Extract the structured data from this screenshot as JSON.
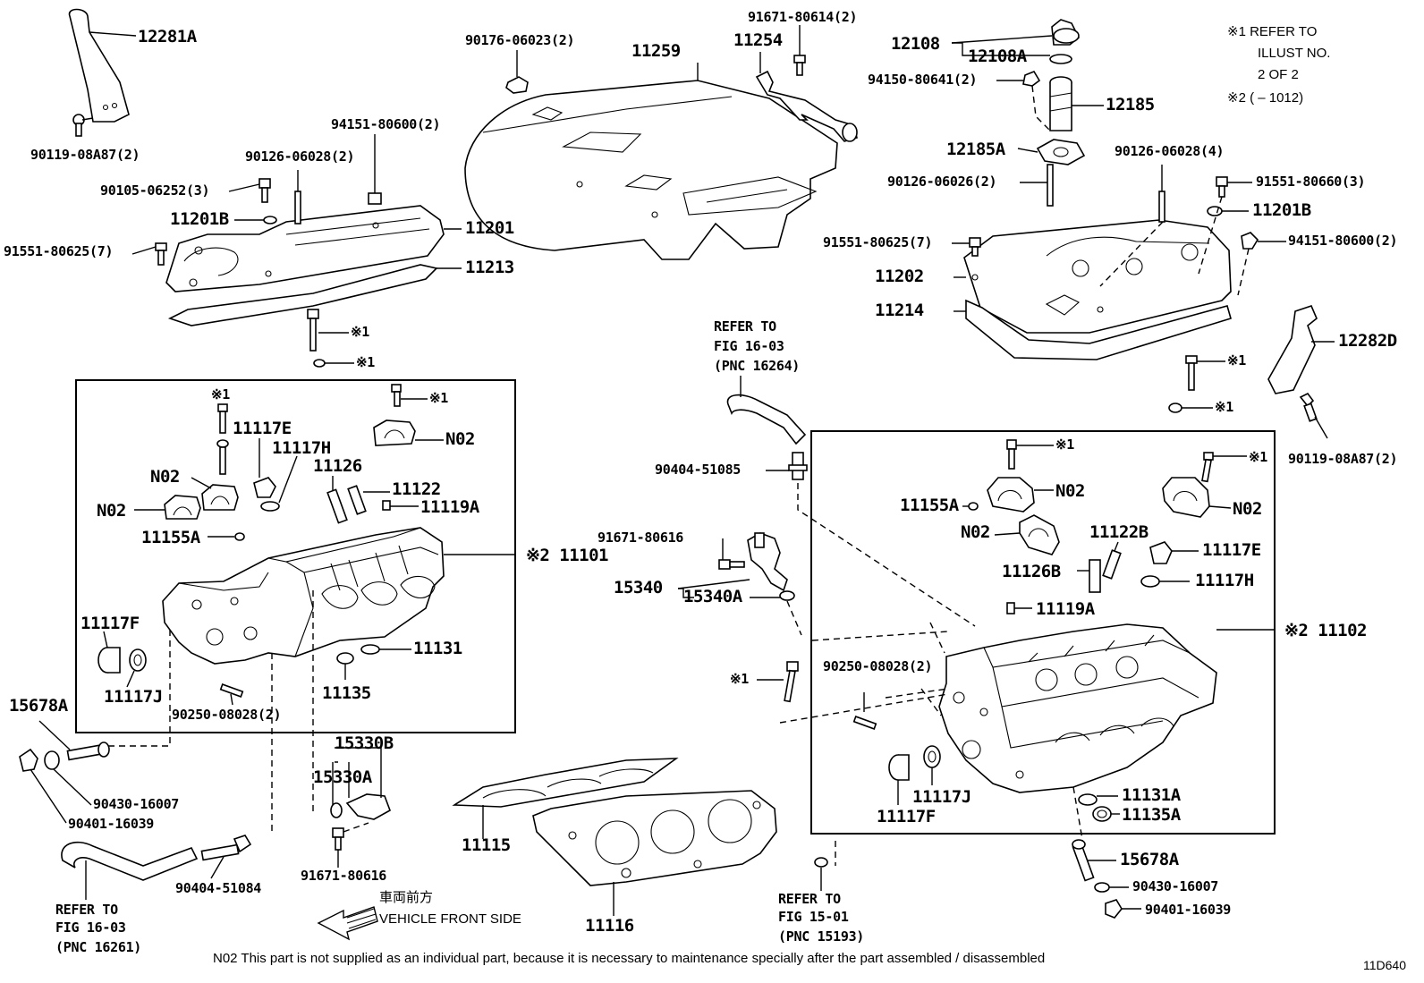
{
  "notes": {
    "ref_note": [
      "※1 REFER TO",
      "ILLUST NO.",
      "2 OF 2",
      "※2 (         – 1012)"
    ],
    "footer": "N02  This part is not supplied as an individual part, because it is necessary to maintenance specially after the part assembled / disassembled",
    "code": "11D640",
    "vehicle_front": "車両前方",
    "vehicle_front_en": "VEHICLE FRONT SIDE"
  },
  "labels": {
    "p12281A": "12281A",
    "p90119_08A87_a": "90119-08A87(2)",
    "p90176": "90176-06023(2)",
    "p11259": "11259",
    "p91671_80614": "91671-80614(2)",
    "p11254": "11254",
    "p12108": "12108",
    "p12108A": "12108A",
    "p94150": "94150-80641(2)",
    "p12185": "12185",
    "p12185A": "12185A",
    "p90126_06026": "90126-06026(2)",
    "p90126_06028_4": "90126-06028(4)",
    "p91551_80660": "91551-80660(3)",
    "p11201B_r": "11201B",
    "p94151_r": "94151-80600(2)",
    "p91551_80625_r": "91551-80625(7)",
    "p11202": "11202",
    "p11214": "11214",
    "p12282D": "12282D",
    "p90119_08A87_b": "90119-08A87(2)",
    "p94151_l": "94151-80600(2)",
    "p90126_06028_2": "90126-06028(2)",
    "p90105": "90105-06252(3)",
    "p11201B_l": "11201B",
    "p11201": "11201",
    "p91551_80625_l": "91551-80625(7)",
    "p11213": "11213",
    "ref1_a": "※1",
    "ref1_b": "※1",
    "ref1_c": "※1",
    "ref1_d": "※1",
    "ref1_e": "※1",
    "ref1_f": "※1",
    "ref1_g": "※1",
    "ref1_h": "※1",
    "ref1_i": "※1",
    "n02_a": "N02",
    "n02_b": "N02",
    "n02_c": "N02",
    "n02_d": "N02",
    "n02_e": "N02",
    "n02_f": "N02",
    "p11117E_l": "11117E",
    "p11117H_l": "11117H",
    "p11126": "11126",
    "p11122": "11122",
    "p11119A_l": "11119A",
    "p11155A_l": "11155A",
    "p11101": "※2 11101",
    "p11117F_l": "11117F",
    "p11117J_l": "11117J",
    "p90250_l": "90250-08028(2)",
    "p11135": "11135",
    "p11131": "11131",
    "p15678A_l": "15678A",
    "p90430_l": "90430-16007",
    "p90401_l": "90401-16039",
    "p90404_51084": "90404-51084",
    "ref_l_1": "REFER TO",
    "ref_l_2": "FIG 16-03",
    "ref_l_3": "(PNC 16261)",
    "p15330B": "15330B",
    "p15330A": "15330A",
    "p91671_80616_b": "91671-80616",
    "p11115": "11115",
    "p11116": "11116",
    "ref_m_1": "REFER TO",
    "ref_m_2": "FIG 16-03",
    "ref_m_3": "(PNC 16264)",
    "p90404_51085": "90404-51085",
    "p91671_80616_a": "91671-80616",
    "p15340": "15340",
    "p15340A": "15340A",
    "p11155A_r": "11155A",
    "p11122B": "11122B",
    "p11117E_r": "11117E",
    "p11126B": "11126B",
    "p11117H_r": "11117H",
    "p11119A_r": "11119A",
    "p11102": "※2 11102",
    "p90250_r": "90250-08028(2)",
    "p11117J_r": "11117J",
    "p11117F_r": "11117F",
    "p11131A": "11131A",
    "p11135A": "11135A",
    "p15678A_r": "15678A",
    "p90430_r": "90430-16007",
    "p90401_r": "90401-16039",
    "ref_r_1": "REFER TO",
    "ref_r_2": "FIG 15-01",
    "ref_r_3": "(PNC 15193)"
  }
}
